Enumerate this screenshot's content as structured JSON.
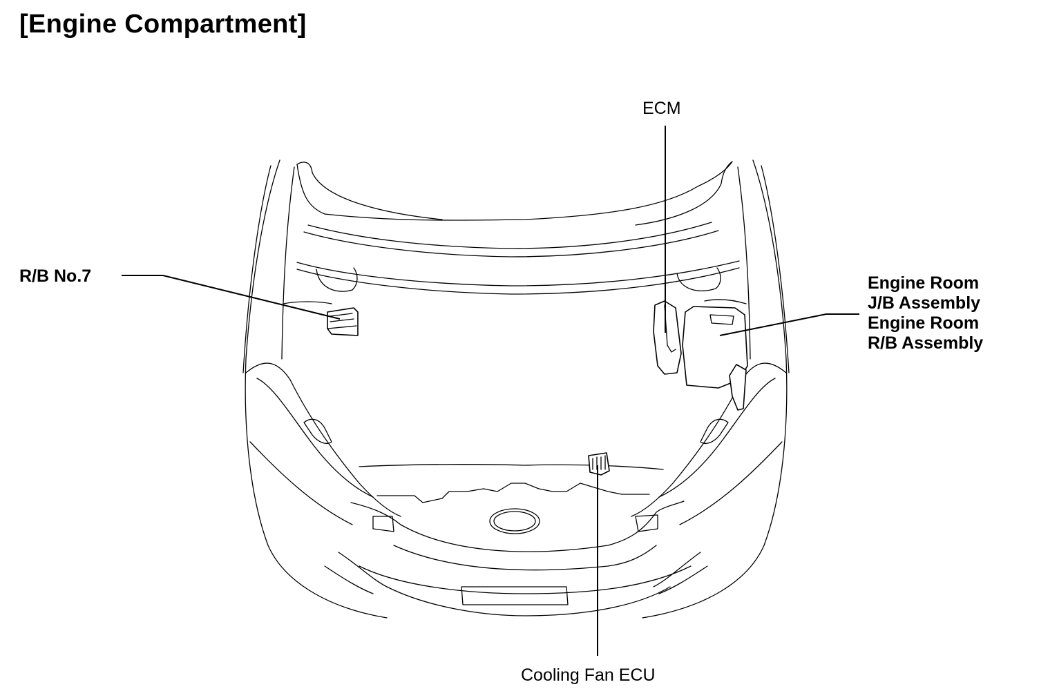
{
  "diagram": {
    "title": "[Engine Compartment]",
    "labels": {
      "ecm": "ECM",
      "rb_no7": "R/B No.7",
      "cooling_fan_ecu": "Cooling Fan ECU",
      "engine_room_jb": [
        "Engine Room",
        "J/B Assembly",
        "Engine Room",
        "R/B Assembly"
      ]
    }
  }
}
